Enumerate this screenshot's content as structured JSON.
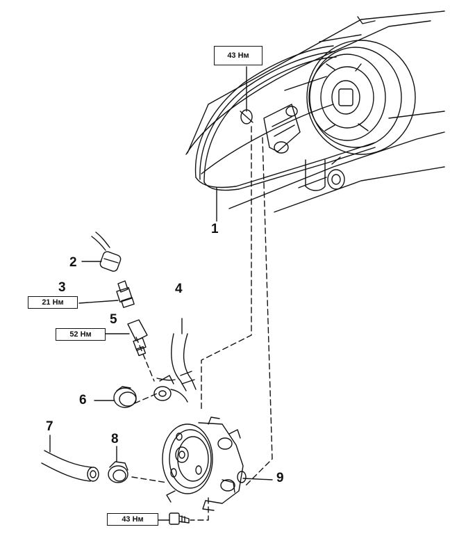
{
  "callouts": [
    "1",
    "2",
    "3",
    "4",
    "5",
    "6",
    "7",
    "8",
    "9"
  ],
  "torque": {
    "top": "43 Нм",
    "part3": "21 Нм",
    "part5": "52 Нм",
    "bottom": "43 Нм"
  }
}
